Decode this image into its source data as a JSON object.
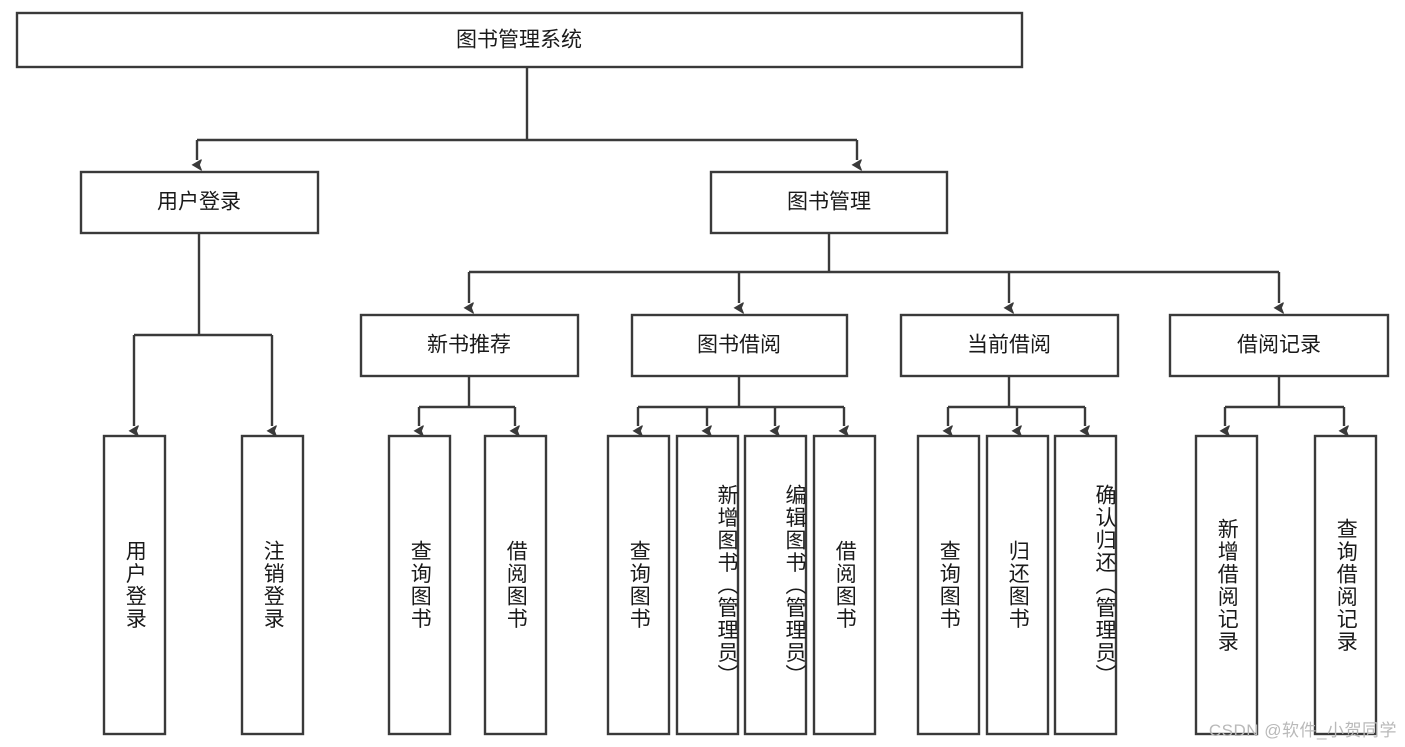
{
  "diagram": {
    "title": "图书管理系统",
    "type": "hierarchy-tree",
    "watermark": "CSDN @软件_小贺同学",
    "colors": {
      "background": "#ffffff",
      "box_stroke": "#3a3a3a",
      "box_fill": "#ffffff",
      "text": "#1a1a1a",
      "watermark": "#b9b9b9"
    },
    "root": {
      "label": "图书管理系统"
    },
    "level2": [
      {
        "label": "用户登录"
      },
      {
        "label": "图书管理"
      }
    ],
    "level3": [
      {
        "label": "新书推荐"
      },
      {
        "label": "图书借阅"
      },
      {
        "label": "当前借阅"
      },
      {
        "label": "借阅记录"
      }
    ],
    "leaves": {
      "user_login": [
        {
          "label": "用户登录"
        },
        {
          "label": "注销登录"
        }
      ],
      "new_book_recommend": [
        {
          "label": "查询图书"
        },
        {
          "label": "借阅图书"
        }
      ],
      "book_borrow": [
        {
          "label": "查询图书"
        },
        {
          "label": "新增图书（管理员）"
        },
        {
          "label": "编辑图书（管理员）"
        },
        {
          "label": "借阅图书"
        }
      ],
      "current_borrow": [
        {
          "label": "查询图书"
        },
        {
          "label": "归还图书"
        },
        {
          "label": "确认归还（管理员）"
        }
      ],
      "borrow_record": [
        {
          "label": "新增借阅记录"
        },
        {
          "label": "查询借阅记录"
        }
      ]
    }
  }
}
